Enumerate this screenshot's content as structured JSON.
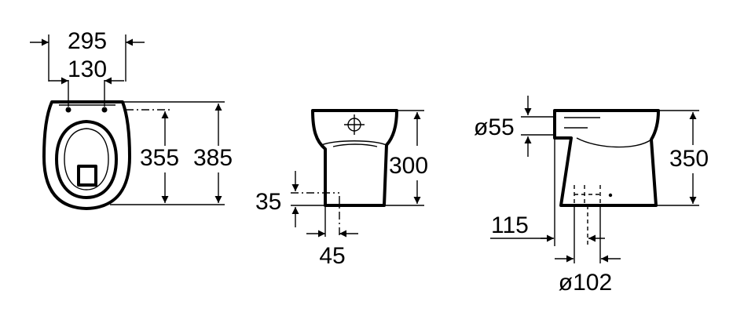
{
  "top_view": {
    "width_overall": "295",
    "hole_spacing": "130",
    "hole_to_front": "355",
    "length_overall": "385"
  },
  "front_view": {
    "height": "300",
    "base_height": "35",
    "base_offset": "45"
  },
  "side_view": {
    "inlet_diameter": "ø55",
    "height": "350",
    "outlet_offset": "115",
    "outlet_diameter": "ø102"
  },
  "colors": {
    "line": "#000000",
    "background": "#ffffff"
  }
}
